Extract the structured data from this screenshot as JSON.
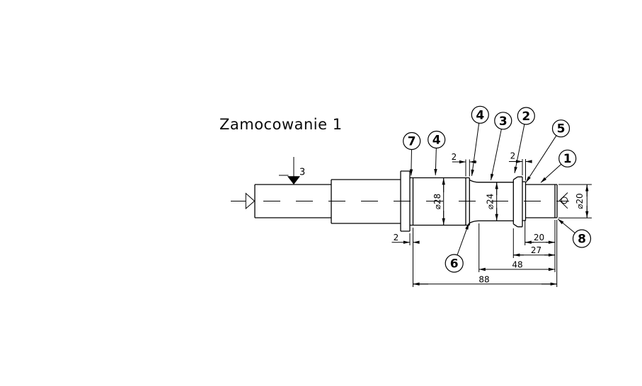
{
  "title": "Zamocowanie 1",
  "drawing": {
    "balloons": [
      "7",
      "4",
      "4",
      "3",
      "2",
      "5",
      "1",
      "6",
      "8"
    ],
    "dims": {
      "dia28": "⌀28",
      "dia24": "⌀24",
      "dia20": "⌀20",
      "len20": "20",
      "len27": "27",
      "len48": "48",
      "len88": "88",
      "groove_left": "2",
      "groove_mid": "2",
      "groove_right": "2",
      "clamp_label": "3"
    }
  }
}
